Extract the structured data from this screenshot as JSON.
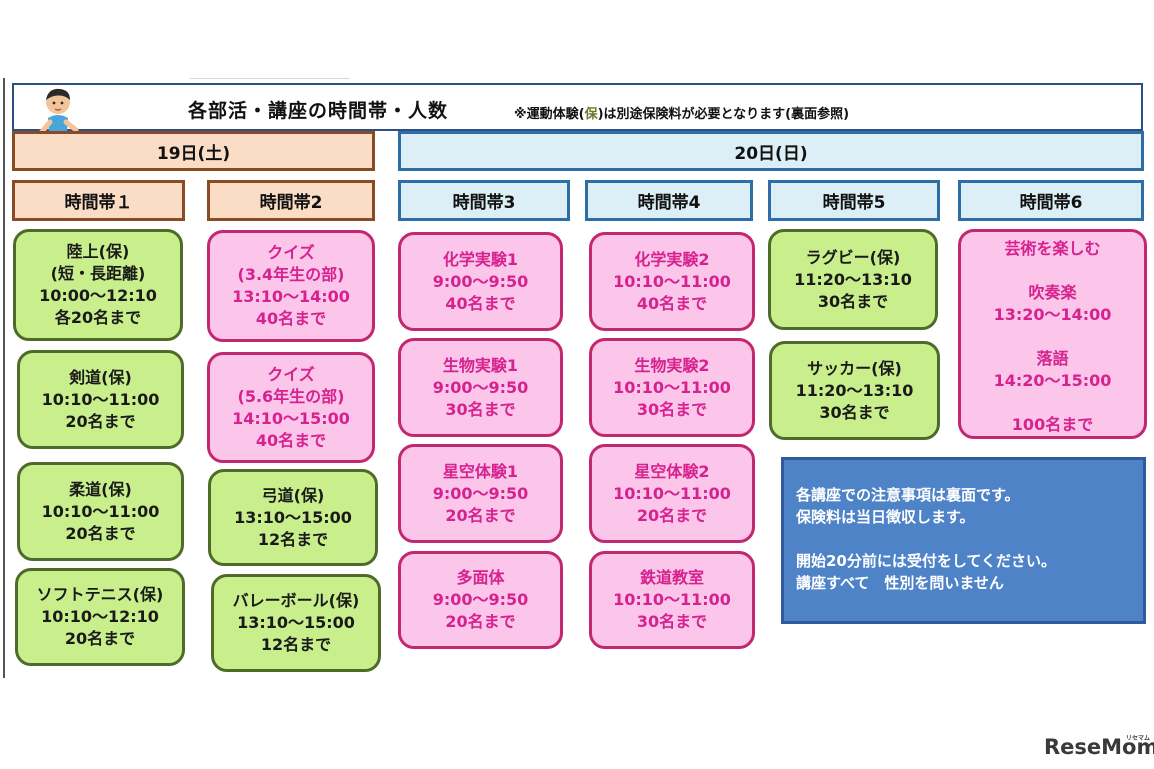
{
  "header": {
    "title": "各部活・講座の時間帯・人数",
    "note_prefix": "※運動体験(",
    "note_mark": "保",
    "note_suffix": ")は別途保険料が必要となります(裏面参照)"
  },
  "days": {
    "sat": "19日(土)",
    "sun": "20日(日)"
  },
  "slots": [
    "時間帯１",
    "時間帯2",
    "時間帯3",
    "時間帯4",
    "時間帯5",
    "時間帯6"
  ],
  "col1": [
    {
      "lines": [
        "陸上(保)",
        "(短・長距離)",
        "10:00～12:10",
        "各20名まで"
      ]
    },
    {
      "lines": [
        "剣道(保)",
        "10:10～11:00",
        "20名まで"
      ]
    },
    {
      "lines": [
        "柔道(保)",
        "10:10～11:00",
        "20名まで"
      ]
    },
    {
      "lines": [
        "ソフトテニス(保)",
        "10:10～12:10",
        "20名まで"
      ]
    }
  ],
  "col2": [
    {
      "lines": [
        "クイズ",
        "(3.4年生の部)",
        "13:10～14:00",
        "40名まで"
      ]
    },
    {
      "lines": [
        "クイズ",
        "(5.6年生の部)",
        "14:10～15:00",
        "40名まで"
      ]
    },
    {
      "lines": [
        "弓道(保)",
        "13:10～15:00",
        "12名まで"
      ]
    },
    {
      "lines": [
        "バレーボール(保)",
        "13:10～15:00",
        "12名まで"
      ]
    }
  ],
  "col3": [
    {
      "lines": [
        "化学実験1",
        "9:00～9:50",
        "40名まで"
      ]
    },
    {
      "lines": [
        "生物実験1",
        "9:00～9:50",
        "30名まで"
      ]
    },
    {
      "lines": [
        "星空体験1",
        "9:00～9:50",
        "20名まで"
      ]
    },
    {
      "lines": [
        "多面体",
        "9:00～9:50",
        "20名まで"
      ]
    }
  ],
  "col4": [
    {
      "lines": [
        "化学実験2",
        "10:10～11:00",
        "40名まで"
      ]
    },
    {
      "lines": [
        "生物実験2",
        "10:10～11:00",
        "30名まで"
      ]
    },
    {
      "lines": [
        "星空体験2",
        "10:10～11:00",
        "20名まで"
      ]
    },
    {
      "lines": [
        "鉄道教室",
        "10:10～11:00",
        "30名まで"
      ]
    }
  ],
  "col5": [
    {
      "lines": [
        "ラグビー(保)",
        "11:20～13:10",
        "30名まで"
      ]
    },
    {
      "lines": [
        "サッカー(保)",
        "11:20～13:10",
        "30名まで"
      ]
    }
  ],
  "col6": {
    "lines": [
      "芸術を楽しむ",
      "",
      "吹奏楽",
      "13:20～14:00",
      "",
      "落語",
      "14:20～15:00",
      "",
      "100名まで"
    ]
  },
  "info": {
    "lines": [
      "各講座での注意事項は裏面です。",
      "保険料は当日徴収します。",
      "",
      "開始20分前には受付をしてください。",
      "講座すべて　性別を問いません"
    ]
  },
  "logo": {
    "text": "ReseMom",
    "sub": "リセマム"
  }
}
